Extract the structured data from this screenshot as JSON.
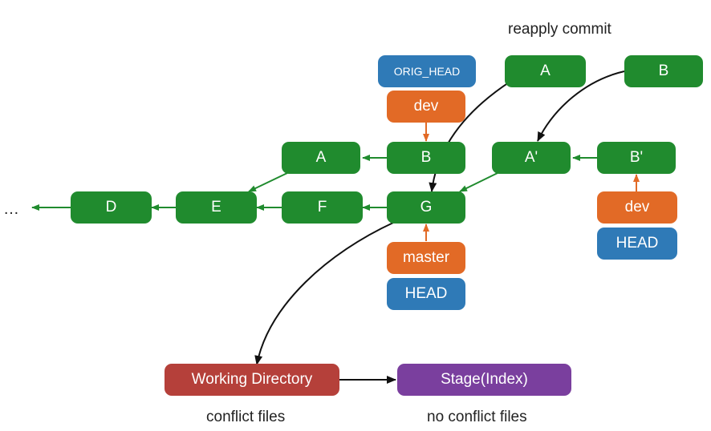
{
  "title": "reapply commit",
  "ellipsis": "…",
  "nodes": {
    "orig_head": "ORIG_HEAD",
    "dev_top": "dev",
    "a_top": "A",
    "b_top": "B",
    "a_main": "A",
    "b_main": "B",
    "a_prime": "A'",
    "b_prime": "B'",
    "d": "D",
    "e": "E",
    "f": "F",
    "g": "G",
    "dev_right": "dev",
    "head_right": "HEAD",
    "master": "master",
    "head_center": "HEAD"
  },
  "areas": {
    "working_directory": "Working Directory",
    "stage": "Stage(Index)",
    "conflict_label": "conflict files",
    "no_conflict_label": "no conflict files"
  },
  "colors": {
    "commit": "#208b2e",
    "ref_orange": "#e26a26",
    "ref_blue": "#2f7ab7",
    "working_directory": "#b5403a",
    "stage": "#7a3f9e",
    "arrow_green": "#208b2e",
    "arrow_orange": "#e26a26",
    "arrow_black": "#111111"
  }
}
